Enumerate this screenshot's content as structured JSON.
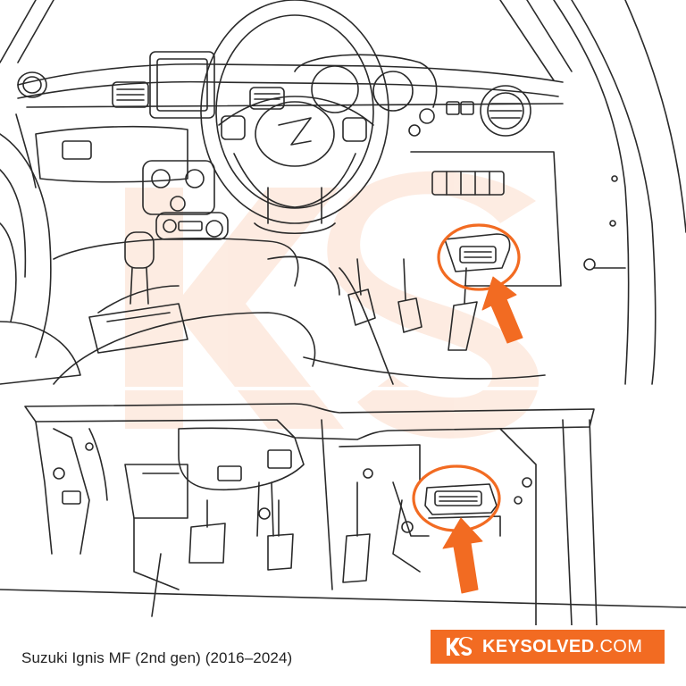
{
  "caption": {
    "text": "Suzuki Ignis MF (2nd gen) (2016–2024)"
  },
  "brand": {
    "logo": "ks-logo-icon",
    "name": "KEYSOLVED",
    "tld": ".COM",
    "color": "#f26b22"
  },
  "illustration": {
    "subject": "obd-port-location",
    "highlight_color": "#f26b22",
    "watermark": "KS"
  }
}
